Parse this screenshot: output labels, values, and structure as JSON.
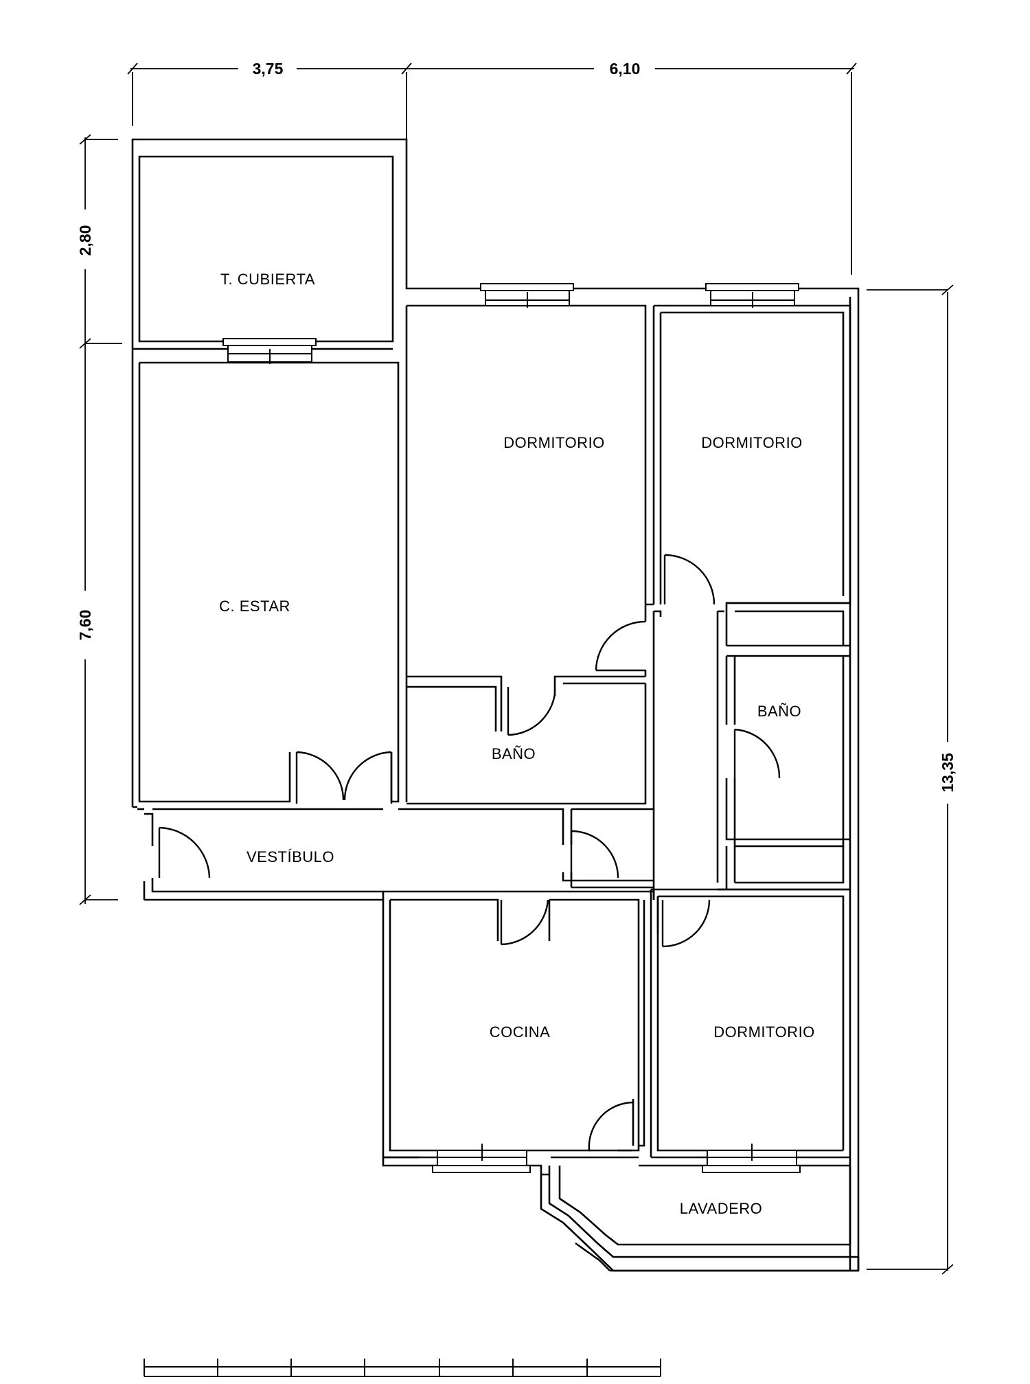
{
  "dimensions": {
    "top_left": "3,75",
    "top_right": "6,10",
    "left_upper": "2,80",
    "left_lower": "7,60",
    "right": "13,35"
  },
  "rooms": {
    "t_cubierta": "T.  CUBIERTA",
    "c_estar": "C.  ESTAR",
    "dormitorio_1": "DORMITORIO",
    "dormitorio_2": "DORMITORIO",
    "dormitorio_3": "DORMITORIO",
    "bano_1": "BAÑO",
    "bano_2": "BAÑO",
    "vestibulo": "VESTÍBULO",
    "cocina": "COCINA",
    "lavadero": "LAVADERO"
  }
}
